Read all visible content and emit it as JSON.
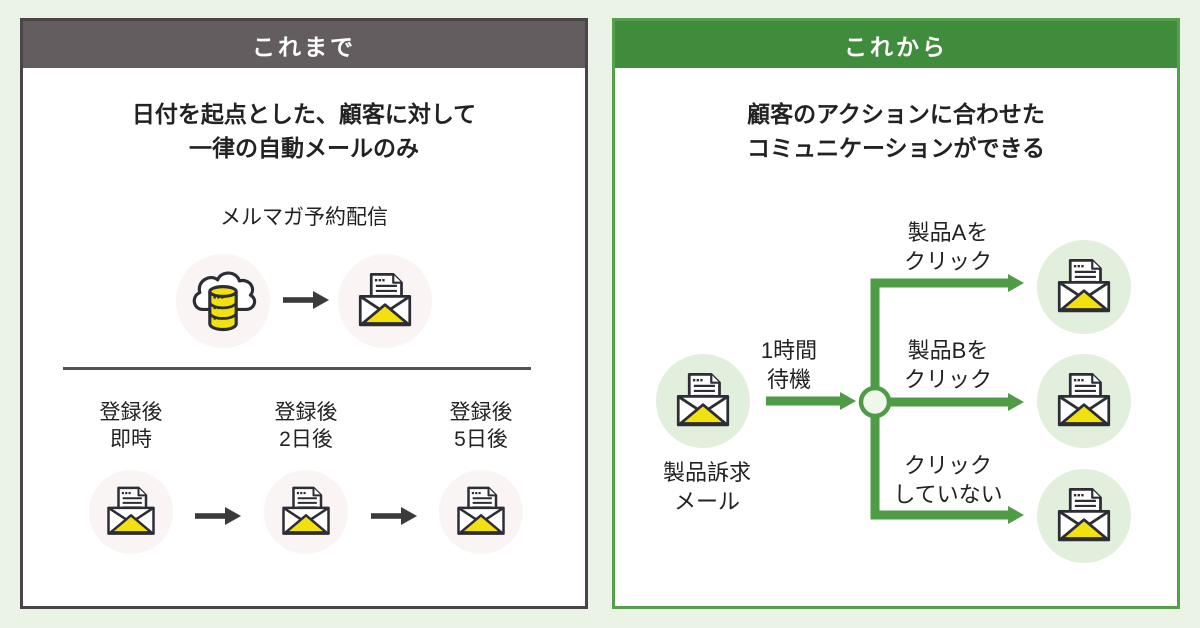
{
  "colors": {
    "page_bg": "#eaf3e5",
    "text": "#222222",
    "header_text": "#ffffff",
    "before_header_bg": "#635d60",
    "before_border": "#4a4547",
    "before_icon_circle_bg": "#faf5f4",
    "after_header_bg": "#3f8c3c",
    "after_border": "#55a04b",
    "after_icon_circle_bg": "#e2efdc",
    "flow_green": "#4f9b46",
    "dark_arrow": "#3b3b3b",
    "envelope_yellow": "#f2e00f",
    "icon_outline": "#2d2d36",
    "branch_node_fill": "#eff6ea"
  },
  "before": {
    "header": "これまで",
    "title": [
      "日付を起点とした、顧客に対して",
      "一律の自動メールのみ"
    ],
    "flow1_label": "メルマガ予約配信",
    "steps": [
      {
        "l1": "登録後",
        "l2": "即時"
      },
      {
        "l1": "登録後",
        "l2": "2日後"
      },
      {
        "l1": "登録後",
        "l2": "5日後"
      }
    ],
    "icons": {
      "source": "cloud-database-icon",
      "mail": "mail-envelope-icon",
      "arrow": "arrow-right-icon"
    }
  },
  "after": {
    "header": "これから",
    "title": [
      "顧客のアクションに合わせた",
      "コミュニケーションができる"
    ],
    "source_label": [
      "製品訴求",
      "メール"
    ],
    "wait_label": [
      "1時間",
      "待機"
    ],
    "branches": [
      {
        "l1": "製品Aを",
        "l2": "クリック"
      },
      {
        "l1": "製品Bを",
        "l2": "クリック"
      },
      {
        "l1": "クリック",
        "l2": "していない"
      }
    ],
    "icons": {
      "mail": "mail-envelope-icon",
      "branch_node": "branch-node-icon",
      "arrow": "flow-arrow-icon"
    }
  }
}
